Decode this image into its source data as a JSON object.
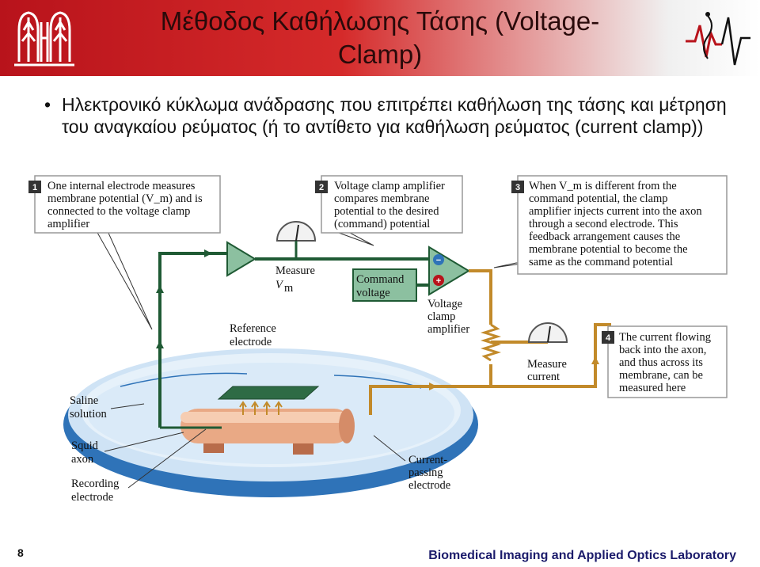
{
  "header": {
    "title_line1": "Μέθοδος Καθήλωσης Τάσης (Voltage-",
    "title_line2": "Clamp)"
  },
  "bullet": "Ηλεκτρονικό κύκλωμα ανάδρασης που επιτρέπει καθήλωση της τάσης και μέτρηση του αναγκαίου ρεύματος (ή το αντίθετο για καθήλωση ρεύματος (current clamp))",
  "figure": {
    "steps": [
      {
        "num": "1",
        "lines": [
          "One internal electrode measures",
          "membrane potential (V_m) and is",
          "connected to the voltage clamp",
          "amplifier"
        ]
      },
      {
        "num": "2",
        "lines": [
          "Voltage clamp amplifier",
          "compares membrane",
          "potential to the desired",
          "(command) potential"
        ]
      },
      {
        "num": "3",
        "lines": [
          "When V_m is different from the",
          "command potential, the clamp",
          "amplifier injects current into the axon",
          "through a second electrode. This",
          "feedback arrangement causes the",
          "membrane potential to become the",
          "same as the command potential"
        ]
      },
      {
        "num": "4",
        "lines": [
          "The current flowing",
          "back into the axon,",
          "and thus across its",
          "membrane, can be",
          "measured here"
        ]
      }
    ],
    "labels": {
      "measure_vm_1": "Measure",
      "measure_vm_2": "V",
      "measure_vm_sub": "m",
      "command_1": "Command",
      "command_2": "voltage",
      "amp_1": "Voltage",
      "amp_2": "clamp",
      "amp_3": "amplifier",
      "ref_1": "Reference",
      "ref_2": "electrode",
      "measure_current_1": "Measure",
      "measure_current_2": "current",
      "saline_1": "Saline",
      "saline_2": "solution",
      "squid_1": "Squid",
      "squid_2": "axon",
      "recording_1": "Recording",
      "recording_2": "electrode",
      "cp_1": "Current-",
      "cp_2": "passing",
      "cp_3": "electrode",
      "minus": "−",
      "plus": "+"
    }
  },
  "footer": {
    "page_number": "8",
    "lab": "Biomedical Imaging and Applied Optics Laboratory"
  },
  "colors": {
    "header_red": "#b8131b",
    "green_wire": "#1f5a34",
    "gold_wire": "#c28a2a",
    "amp_green": "#8cc0a0",
    "dish_blue": "#2f73b8"
  }
}
